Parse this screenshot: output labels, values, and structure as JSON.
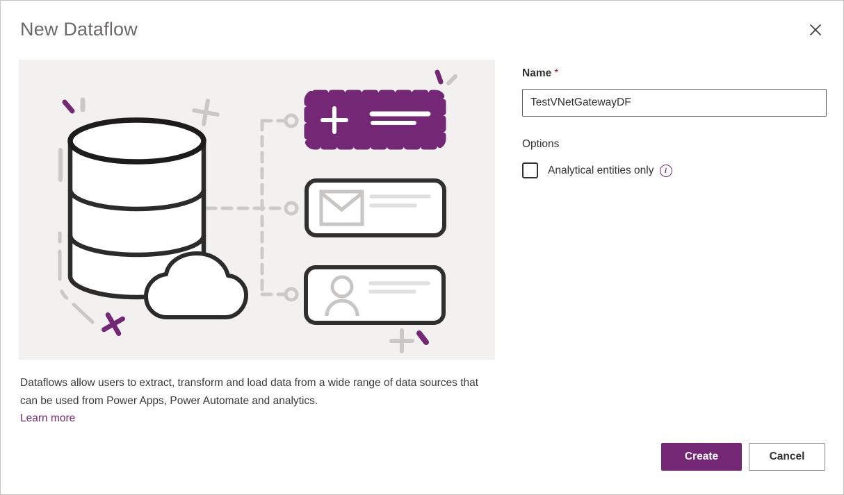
{
  "dialog": {
    "title": "New Dataflow"
  },
  "form": {
    "name_label": "Name",
    "required_marker": "*",
    "name_value": "TestVNetGatewayDF",
    "options_label": "Options",
    "analytical_checkbox": {
      "label": "Analytical entities only",
      "checked": false
    },
    "info_glyph": "i"
  },
  "description": {
    "text": "Dataflows allow users to extract, transform and load data from a wide range of data sources that can be used from Power Apps, Power Automate and analytics.",
    "link_label": "Learn more"
  },
  "footer": {
    "create_label": "Create",
    "cancel_label": "Cancel"
  },
  "hero": {
    "alt": "database cylinder and cloud connected by dashed lines to three record cards"
  },
  "colors": {
    "accent": "#742774",
    "required": "#a4262c",
    "link": "#742774",
    "hero_background": "#f2f1ef"
  }
}
